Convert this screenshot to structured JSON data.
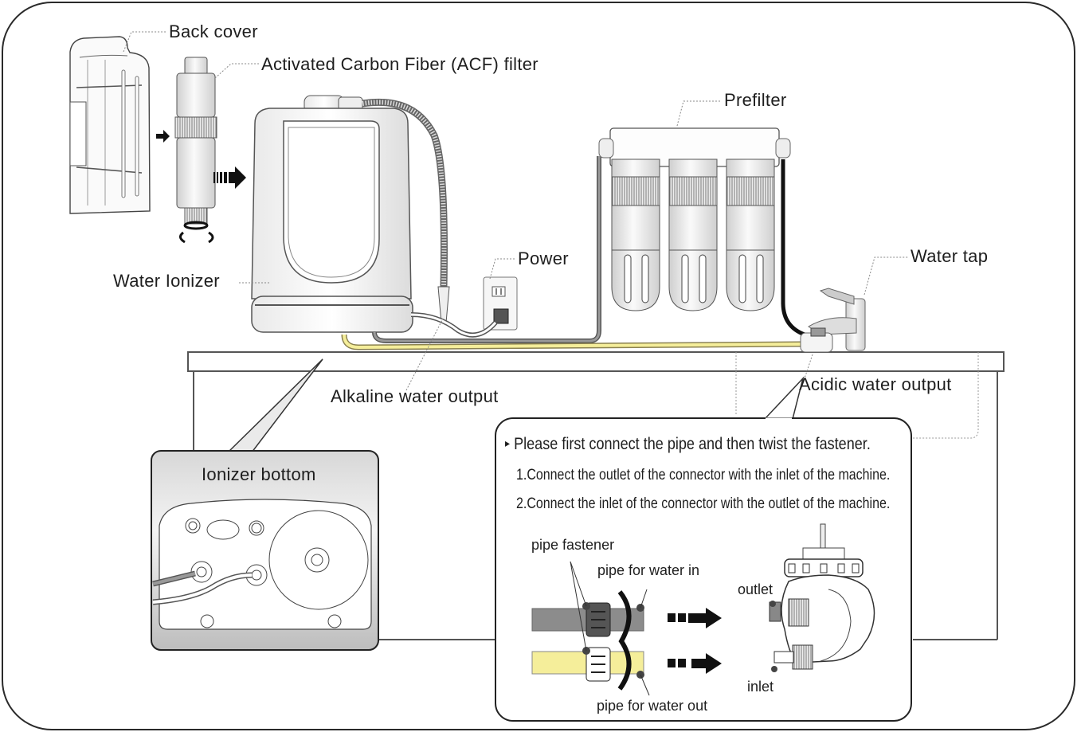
{
  "labels": {
    "back_cover": "Back cover",
    "acf_filter": "Activated Carbon Fiber (ACF) filter",
    "prefilter": "Prefilter",
    "power": "Power",
    "water_tap": "Water tap",
    "water_ionizer": "Water Ionizer",
    "alkaline_output": "Alkaline water output",
    "acidic_output": "Acidic water output",
    "ionizer_bottom": "Ionizer bottom"
  },
  "instructions": {
    "bullet": "▸",
    "heading": "Please first connect the pipe and then twist the fastener.",
    "steps": [
      "1.Connect the outlet of the connector with the inlet of the machine.",
      "2.Connect the inlet of the connector with the outlet of the machine."
    ]
  },
  "detail_labels": {
    "pipe_fastener": "pipe fastener",
    "pipe_water_in": "pipe for water in",
    "pipe_water_out": "pipe for water out",
    "outlet": "outlet",
    "inlet": "inlet"
  },
  "colors": {
    "alkaline_pipe": "#f5ee9a",
    "acidic_pipe": "#8c8c8c",
    "inlet_pipe": "#111111",
    "frame": "#2a2a2a"
  }
}
